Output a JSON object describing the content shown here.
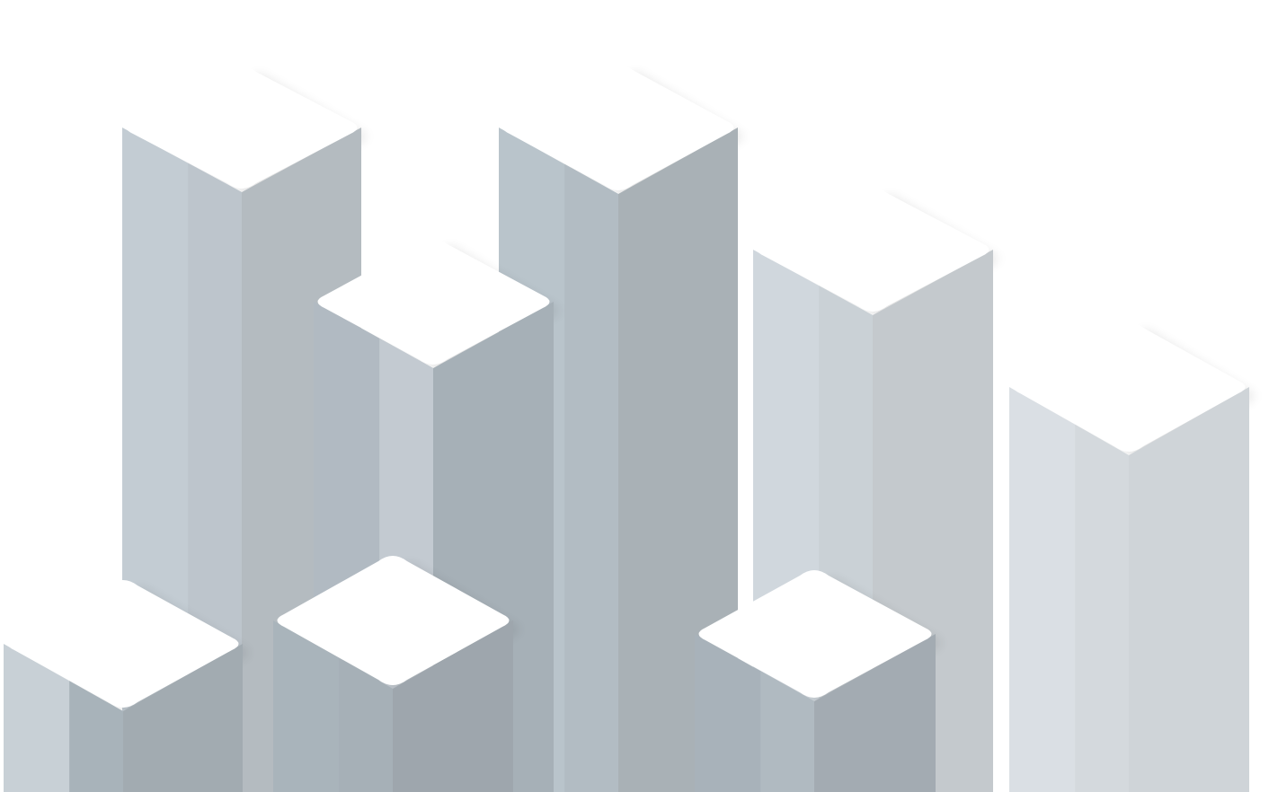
{
  "scene": {
    "background": "#ffffff",
    "top_color": "#ffffff",
    "columns": [
      {
        "id": "back-left",
        "left": "#c3ccd3",
        "mid": "#bdc5cc",
        "right": "#b4bbc0"
      },
      {
        "id": "back-center",
        "left": "#b9c4cb",
        "mid": "#b2bcc3",
        "right": "#a9b1b6"
      },
      {
        "id": "mid-right",
        "left": "#d0d7dd",
        "mid": "#cad1d6",
        "right": "#c4c9cd"
      },
      {
        "id": "far-right",
        "left": "#dadfe4",
        "mid": "#d4d9dd",
        "right": "#cfd4d8"
      },
      {
        "id": "mid-left",
        "left": "#b1bac2",
        "mid": "#c3cad1",
        "right": "#a6b0b7"
      },
      {
        "id": "front-left",
        "left": "#c8d0d6",
        "mid": "#a8b3ba",
        "right": "#a2abb1"
      },
      {
        "id": "front-center",
        "left": "#a9b4bb",
        "mid": "#a6b0b7",
        "right": "#9ea6ad"
      },
      {
        "id": "front-right",
        "left": "#a8b2ba",
        "mid": "#b0bac1",
        "right": "#a3abb2"
      }
    ]
  }
}
